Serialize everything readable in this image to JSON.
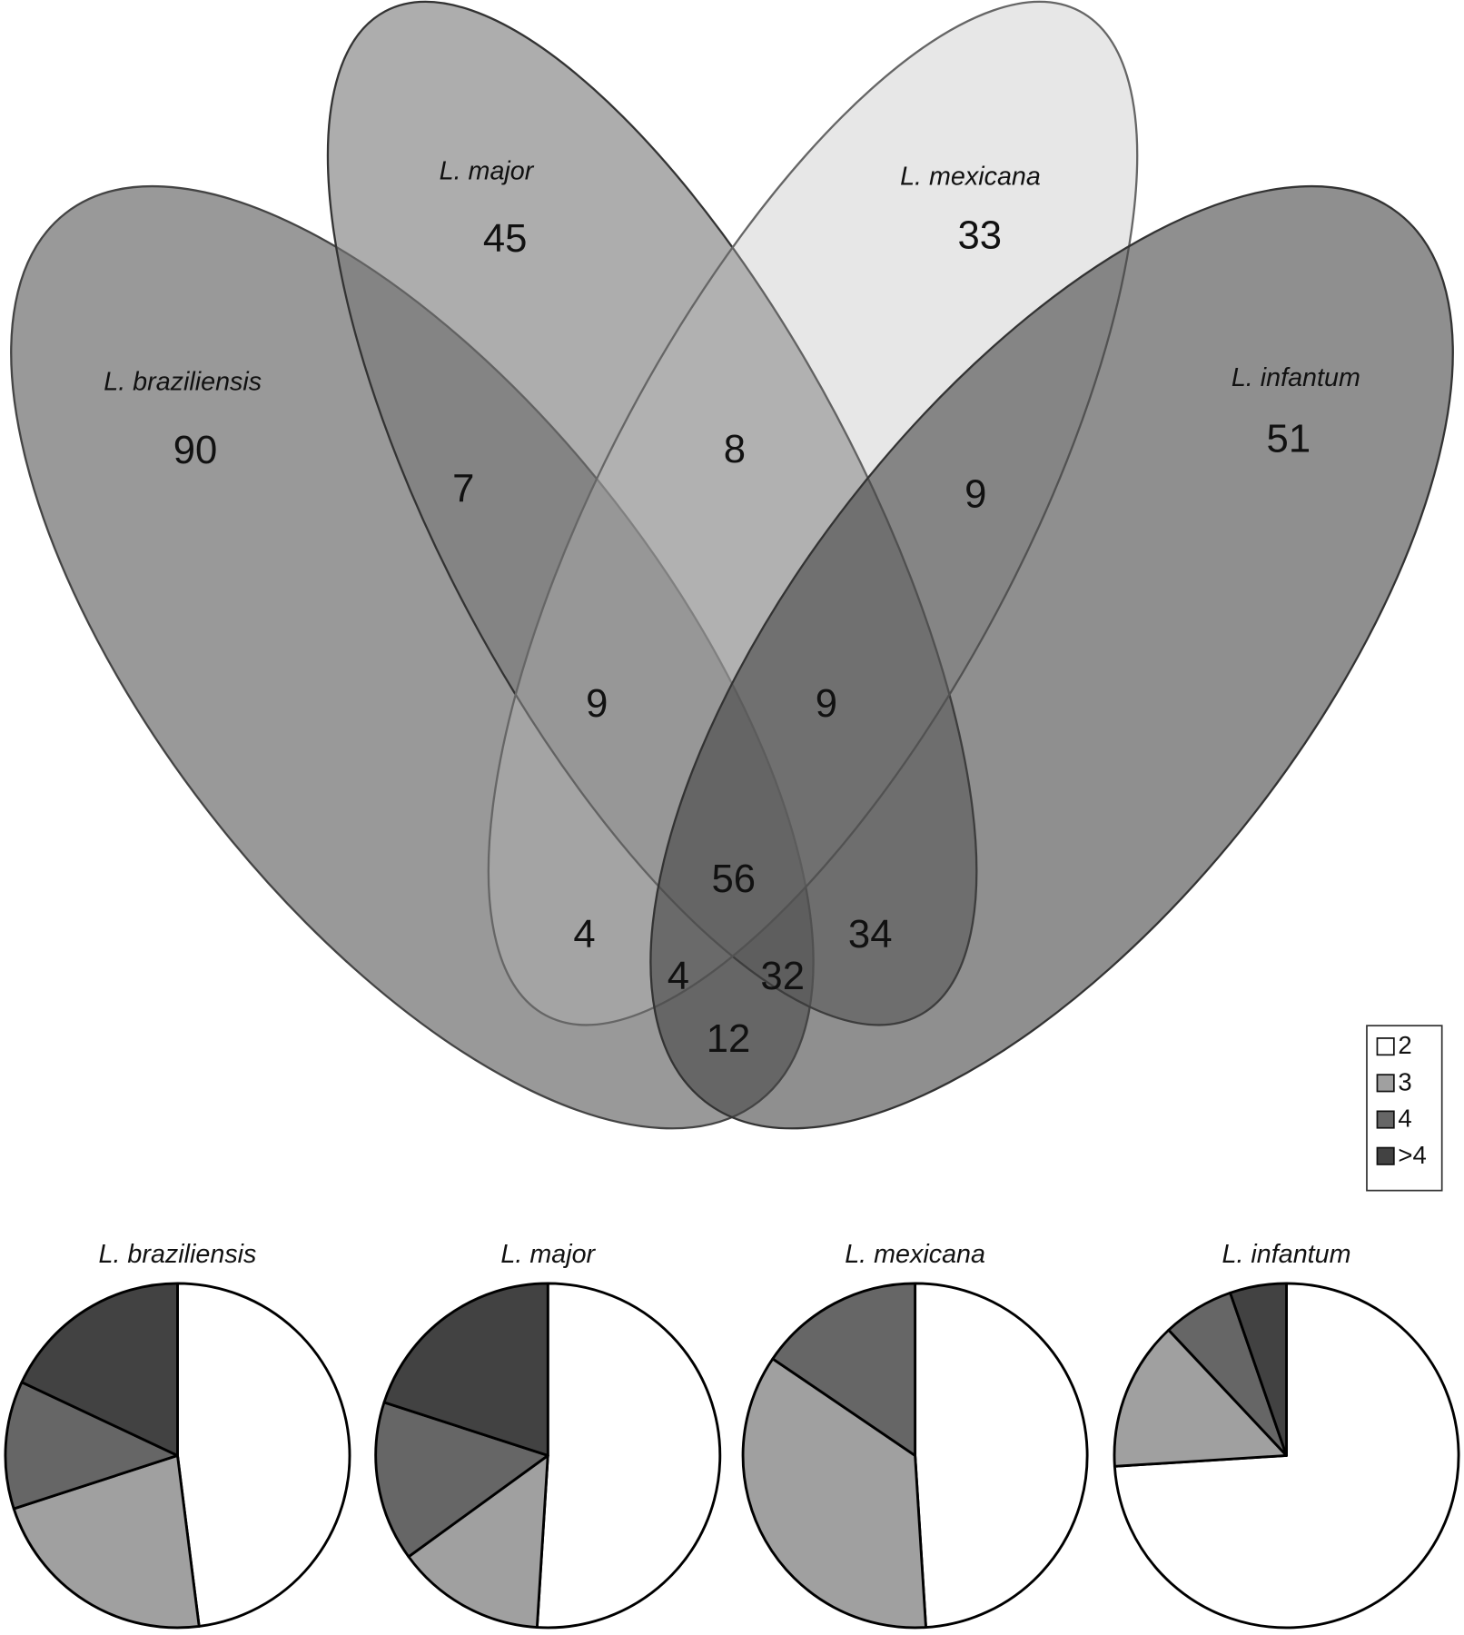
{
  "chart_data": {
    "type": "venn+pie",
    "venn": {
      "sets": [
        "L. braziliensis",
        "L. major",
        "L. mexicana",
        "L. infantum"
      ],
      "regions": [
        {
          "sets": [
            "L. braziliensis"
          ],
          "value": 90
        },
        {
          "sets": [
            "L. major"
          ],
          "value": 45
        },
        {
          "sets": [
            "L. mexicana"
          ],
          "value": 33
        },
        {
          "sets": [
            "L. infantum"
          ],
          "value": 51
        },
        {
          "sets": [
            "L. braziliensis",
            "L. major"
          ],
          "value": 7
        },
        {
          "sets": [
            "L. major",
            "L. mexicana"
          ],
          "value": 8
        },
        {
          "sets": [
            "L. mexicana",
            "L. infantum"
          ],
          "value": 9
        },
        {
          "sets": [
            "L. braziliensis",
            "L. major",
            "L. mexicana"
          ],
          "value": 9
        },
        {
          "sets": [
            "L. major",
            "L. mexicana",
            "L. infantum"
          ],
          "value": 9
        },
        {
          "sets": [
            "L. braziliensis",
            "L. major",
            "L. mexicana",
            "L. infantum"
          ],
          "value": 56
        },
        {
          "sets": [
            "L. braziliensis",
            "L. mexicana"
          ],
          "value": 4
        },
        {
          "sets": [
            "L. braziliensis",
            "L. mexicana",
            "L. infantum"
          ],
          "value": 4
        },
        {
          "sets": [
            "L. braziliensis",
            "L. major",
            "L. infantum"
          ],
          "value": 32
        },
        {
          "sets": [
            "L. major",
            "L. infantum"
          ],
          "value": 34
        },
        {
          "sets": [
            "L. braziliensis",
            "L. infantum"
          ],
          "value": 12
        }
      ]
    },
    "legend": {
      "placement": "right",
      "entries": [
        {
          "label": "2",
          "color": "#ffffff"
        },
        {
          "label": "3",
          "color": "#a0a0a0"
        },
        {
          "label": "4",
          "color": "#666666"
        },
        {
          "label": ">4",
          "color": "#424242"
        }
      ]
    },
    "pies": [
      {
        "title": "L. braziliensis",
        "fractions": [
          0.48,
          0.22,
          0.12,
          0.18
        ]
      },
      {
        "title": "L. major",
        "fractions": [
          0.51,
          0.14,
          0.15,
          0.2
        ]
      },
      {
        "title": "L. mexicana",
        "fractions": [
          0.49,
          0.355,
          0.155,
          0
        ]
      },
      {
        "title": "L. infantum",
        "fractions": [
          0.74,
          0.14,
          0.067,
          0.053
        ]
      }
    ]
  }
}
